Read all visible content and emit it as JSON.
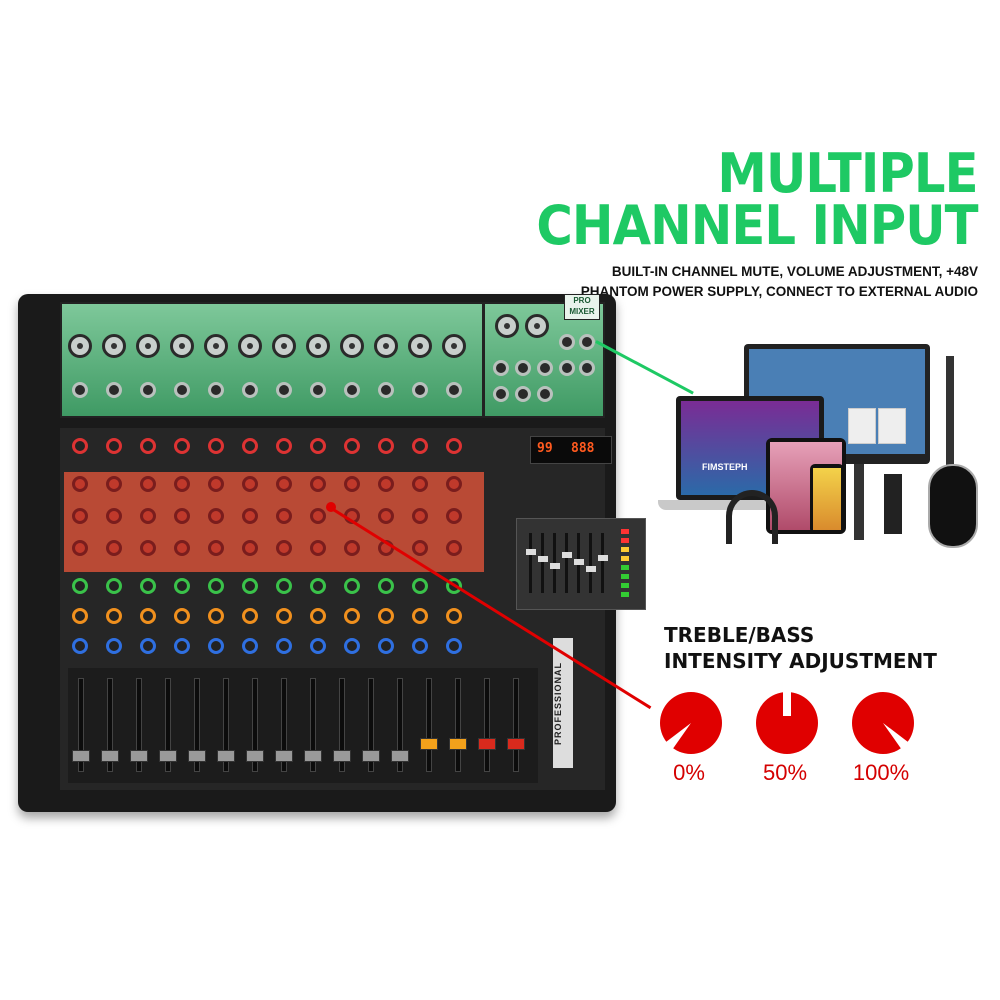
{
  "headline": {
    "line1": "MULTIPLE",
    "line2": "CHANNEL INPUT",
    "color": "#1ec964"
  },
  "description": {
    "line1": "BUILT-IN CHANNEL MUTE, VOLUME ADJUSTMENT, +48V",
    "line2": "PHANTOM POWER SUPPLY, CONNECT TO EXTERNAL AUDIO"
  },
  "mixer": {
    "brand_badge_line1": "PRO",
    "brand_badge_line2": "MIXER",
    "display_left": "99",
    "display_right": "888",
    "vertical_label": "PROFESSIONAL",
    "panel_color": "#5fb580",
    "knob_band_color": "#b94a35",
    "channel_count": 12
  },
  "treble_bass": {
    "title_line1": "TREBLE/BASS",
    "title_line2": "INTENSITY ADJUSTMENT",
    "color": "#e00000",
    "dials": [
      {
        "label": "0%",
        "level": 0
      },
      {
        "label": "50%",
        "level": 0.5
      },
      {
        "label": "100%",
        "level": 1
      }
    ]
  },
  "devices": {
    "laptop_screen_text": "FIMSTEPH"
  },
  "colors": {
    "callout_green": "#1ec964",
    "callout_red": "#e00000"
  }
}
